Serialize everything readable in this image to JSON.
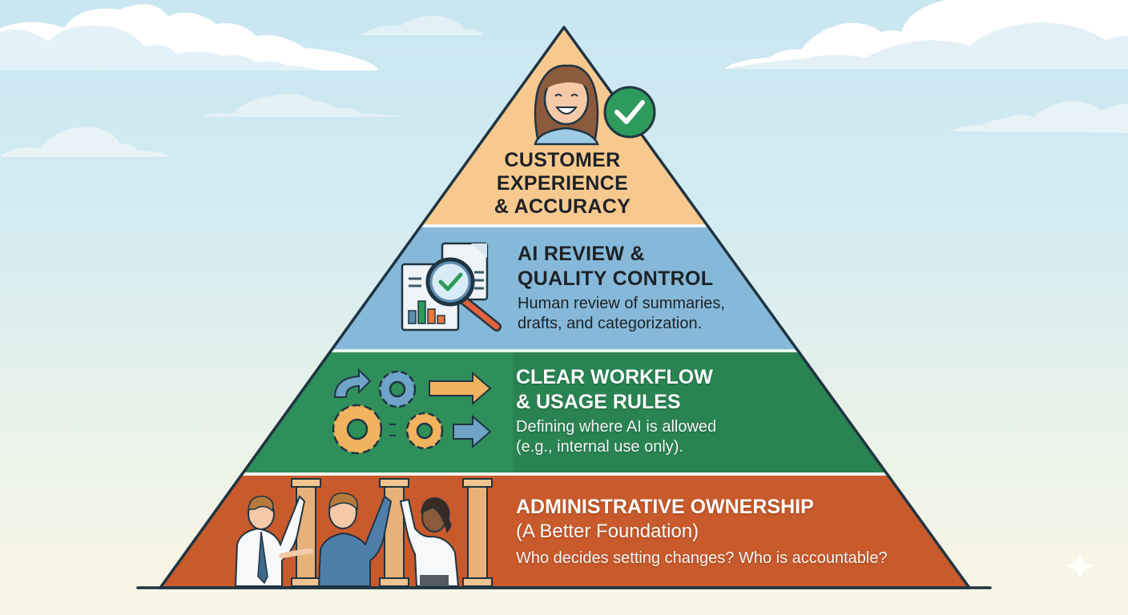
{
  "diagram": {
    "type": "pyramid",
    "layout": "bottom-to-top",
    "tiers": [
      {
        "position": "top",
        "title_lines": [
          "CUSTOMER",
          "EXPERIENCE",
          "& ACCURACY"
        ],
        "description": "",
        "icon": "smiling-customer-with-checkmark-icon",
        "color": "#f7c98f"
      },
      {
        "position": "upper-middle",
        "title_lines": [
          "AI REVIEW &",
          "QUALITY CONTROL"
        ],
        "description_lines": [
          "Human review of summaries,",
          "drafts, and categorization."
        ],
        "icon": "document-magnifier-check-icon",
        "color": "#86b9d9"
      },
      {
        "position": "lower-middle",
        "title_lines": [
          "CLEAR WORKFLOW",
          "& USAGE RULES"
        ],
        "description_lines": [
          "Defining where AI is allowed",
          "(e.g., internal use only)."
        ],
        "icon": "gears-and-arrows-icon",
        "color": "#2f8f5a"
      },
      {
        "position": "base",
        "title_lines": [
          "ADMINISTRATIVE OWNERSHIP"
        ],
        "subtitle": "(A Better Foundation)",
        "description_lines": [
          "Who decides setting changes? Who is accountable?"
        ],
        "icon": "people-holding-pillars-icon",
        "color": "#c85a2b"
      }
    ]
  },
  "colors": {
    "outline": "#1f3442",
    "tier_top": "#f7c98f",
    "tier_review": "#86b9d9",
    "tier_workflow": "#2f8f5a",
    "tier_base": "#c85a2b",
    "sky": "#c9e6f1",
    "cloud": "#ffffff",
    "check_green": "#2e9a5b"
  }
}
